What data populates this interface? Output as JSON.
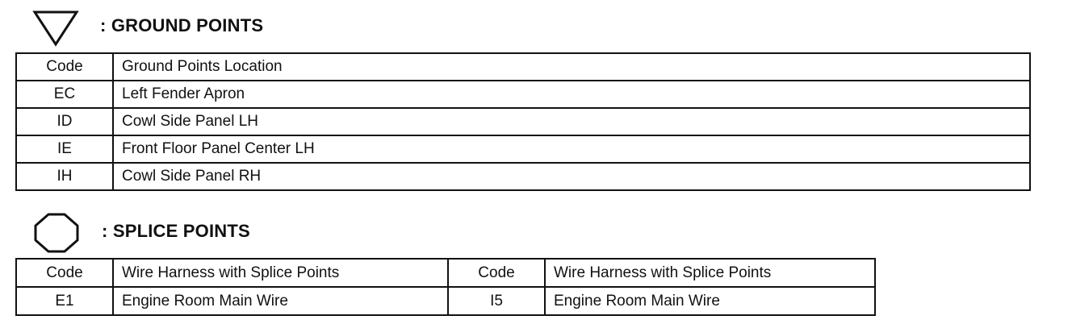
{
  "ground": {
    "heading": ": GROUND POINTS",
    "symbol_icon": "triangle-down-icon",
    "header": {
      "code": "Code",
      "location": "Ground Points Location"
    },
    "rows": [
      {
        "code": "EC",
        "location": "Left Fender Apron"
      },
      {
        "code": "ID",
        "location": "Cowl Side Panel LH"
      },
      {
        "code": "IE",
        "location": "Front Floor Panel Center LH"
      },
      {
        "code": "IH",
        "location": "Cowl Side Panel RH"
      }
    ]
  },
  "splice": {
    "heading": ": SPLICE POINTS",
    "symbol_icon": "octagon-icon",
    "header": {
      "code_a": "Code",
      "harness_a": "Wire Harness with Splice Points",
      "code_b": "Code",
      "harness_b": "Wire Harness with Splice Points"
    },
    "rows": [
      {
        "code_a": "E1",
        "harness_a": "Engine Room Main Wire",
        "code_b": "I5",
        "harness_b": "Engine Room Main Wire"
      }
    ]
  }
}
